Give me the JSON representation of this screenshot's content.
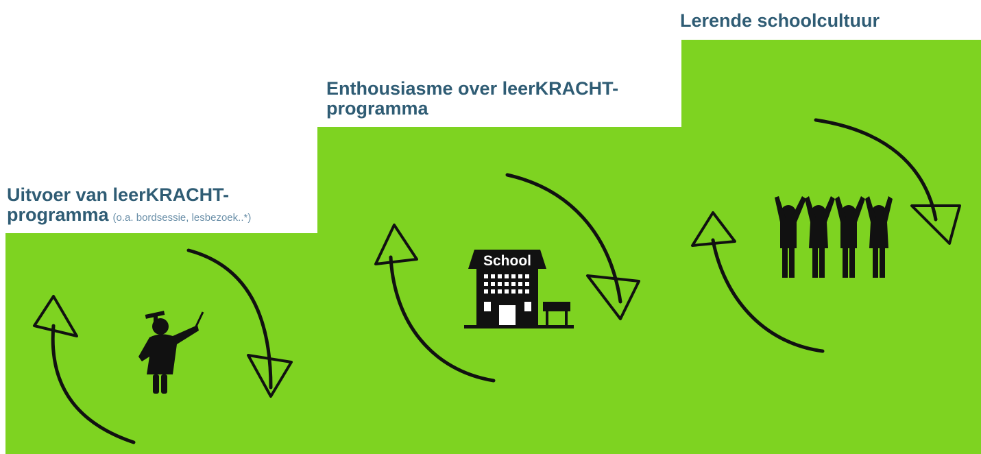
{
  "steps": [
    {
      "title_line1": "Uitvoer van leerKRACHT-",
      "title_line2": "programma",
      "note": "(o.a. bordsessie, lesbezoek..*)",
      "icon": "teacher-icon"
    },
    {
      "title_line1": "Enthousiasme over leerKRACHT-",
      "title_line2": "programma",
      "icon": "school-building-icon"
    },
    {
      "title_line1": "Lerende schoolcultuur",
      "icon": "cheering-group-icon"
    }
  ],
  "school_sign": "School",
  "colors": {
    "step_fill": "#7ed321",
    "title": "#2f5c74",
    "note": "#6a8fa8",
    "ink": "#111111"
  }
}
